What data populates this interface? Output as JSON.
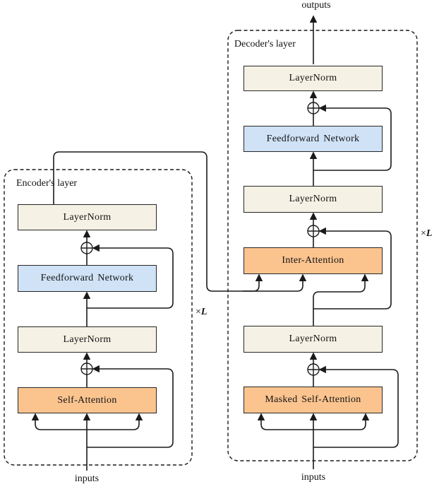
{
  "colors": {
    "layernorm_fill": "#f5f1e4",
    "attention_fill": "#fbc48f",
    "feedforward_fill": "#cfe2f6",
    "box_border": "#262626",
    "line": "#1a1a1a",
    "background": "#ffffff"
  },
  "encoder": {
    "label": "Encoder's layer",
    "repeat_sign": "×",
    "repeat_var": "L",
    "inputs_label": "inputs",
    "blocks": {
      "self_attention": "Self-Attention",
      "layernorm_mid": "LayerNorm",
      "feedforward": "Feedforward Network",
      "layernorm_top": "LayerNorm"
    }
  },
  "decoder": {
    "label": "Decoder's layer",
    "repeat_sign": "×",
    "repeat_var": "L",
    "inputs_label": "inputs",
    "outputs_label": "outputs",
    "blocks": {
      "masked_self_attention": "Masked Self-Attention",
      "layernorm_bottom": "LayerNorm",
      "inter_attention": "Inter-Attention",
      "layernorm_mid": "LayerNorm",
      "feedforward": "Feedforward Network",
      "layernorm_top": "LayerNorm"
    }
  }
}
